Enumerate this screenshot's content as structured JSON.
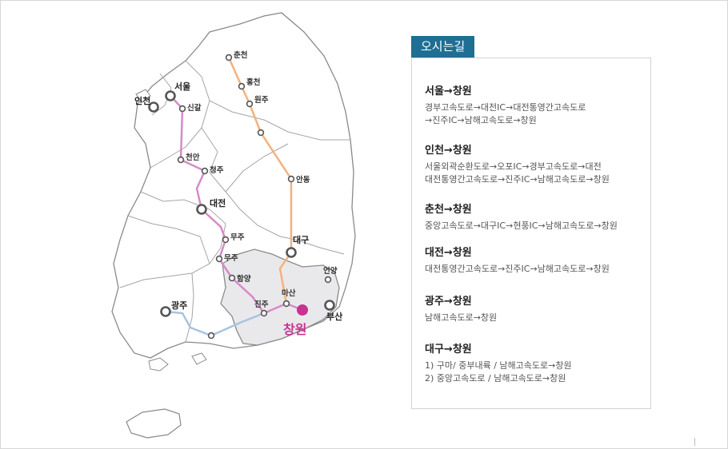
{
  "panel": {
    "title": "오시는길",
    "routes": [
      {
        "title": "서울→창원",
        "lines": [
          "경부고속도로→대전IC→대전통영간고속도로",
          "→진주IC→남해고속도로→창원"
        ]
      },
      {
        "title": "인천→창원",
        "lines": [
          "서울외곽순환도로→오포IC→경부고속도로→대전",
          "대전통영간고속도로→진주IC→남해고속도로→창원"
        ]
      },
      {
        "title": "춘천→창원",
        "lines": [
          "중앙고속도로→대구IC→현풍IC→남해고속도로→창원"
        ]
      },
      {
        "title": "대전→창원",
        "lines": [
          "대전통영간고속도로→진주IC→남해고속도로→창원"
        ]
      },
      {
        "title": "광주→창원",
        "lines": [
          "남해고속도로→창원"
        ]
      },
      {
        "title": "대구→창원",
        "lines": [
          "1) 구마/ 중부내륙 / 남해고속도로→창원",
          "2) 중앙고속도로 / 남해고속도로→창원"
        ]
      }
    ]
  },
  "map": {
    "cities": {
      "chuncheon": "춘천",
      "hongcheon": "홍천",
      "wonju": "원주",
      "andong": "안동",
      "daegu": "대구",
      "seoul": "서울",
      "incheon": "인천",
      "singal": "신갈",
      "cheonan": "천안",
      "cheongju": "청주",
      "daejeon": "대전",
      "muju1": "무주",
      "muju2": "무주",
      "hamyang": "함양",
      "jinju": "진주",
      "masan": "마산",
      "changwon": "창원",
      "eonyang": "언양",
      "busan": "부산",
      "gwangju": "광주"
    },
    "colors": {
      "seoul_route": "#d78ac8",
      "chuncheon_route": "#f4b27c",
      "gwangju_route": "#a9c2e0",
      "highlight_region": "#e9e9ec",
      "destination": "#c8338f",
      "land": "#ffffff",
      "border": "#8a8a8a"
    }
  }
}
